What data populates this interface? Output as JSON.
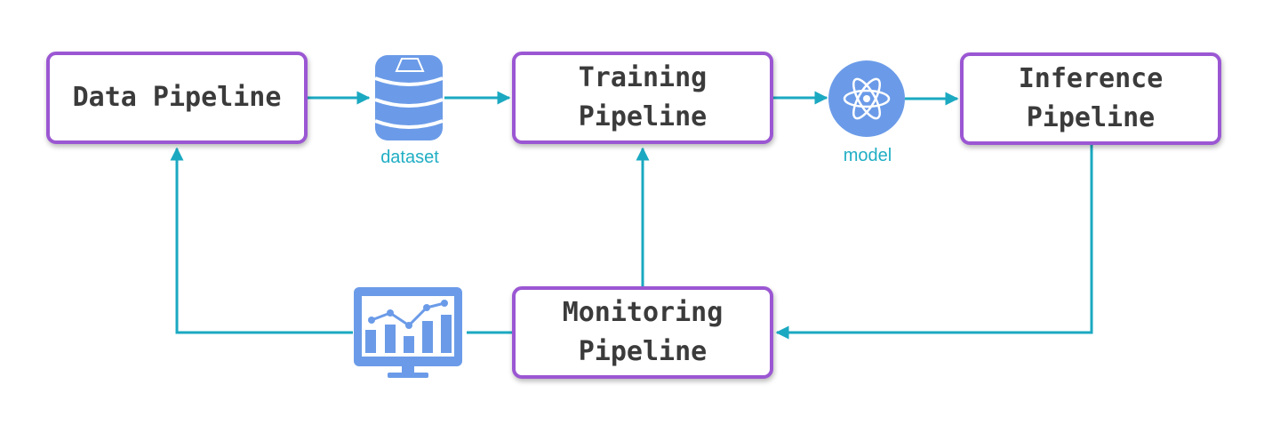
{
  "nodes": {
    "data_pipeline": {
      "lines": [
        "Data Pipeline"
      ]
    },
    "training_pipeline": {
      "lines": [
        "Training",
        "Pipeline"
      ]
    },
    "inference_pipeline": {
      "lines": [
        "Inference",
        "Pipeline"
      ]
    },
    "monitoring_pipeline": {
      "lines": [
        "Monitoring",
        "Pipeline"
      ]
    }
  },
  "artifacts": {
    "dataset": {
      "label": "dataset",
      "icon": "database-icon"
    },
    "model": {
      "label": "model",
      "icon": "atom-icon"
    },
    "dashboard": {
      "icon": "monitor-chart-icon"
    }
  },
  "colors": {
    "box_border": "#9b57d3",
    "connector": "#1ba9c1",
    "icon_fill": "#6b9be8",
    "text": "#3b3b3b",
    "caption": "#20aec4"
  }
}
